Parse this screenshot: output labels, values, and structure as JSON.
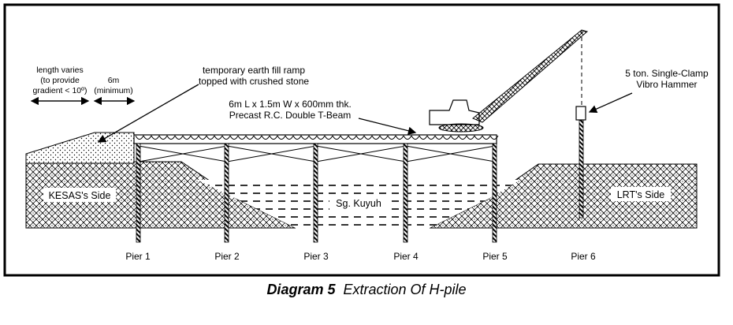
{
  "annotations": {
    "length_note": [
      "length varies",
      "(to provide",
      "gradient < 10º)"
    ],
    "six_m_note": [
      "6m",
      "(minimum)"
    ],
    "ramp_note": [
      "temporary earth fill ramp",
      "topped with crushed stone"
    ],
    "beam_note": [
      "6m L x 1.5m W x 600mm thk.",
      "Precast R.C. Double T-Beam"
    ],
    "hammer_note": [
      "5 ton. Single-Clamp",
      "Vibro Hammer"
    ]
  },
  "labels": {
    "left_side": "KESAS's Side",
    "right_side": "LRT's Side",
    "river": "Sg. Kuyuh"
  },
  "piers": [
    "Pier 1",
    "Pier 2",
    "Pier 3",
    "Pier 4",
    "Pier 5",
    "Pier 6"
  ],
  "caption": {
    "number": "Diagram 5",
    "title": "Extraction Of H-pile"
  }
}
